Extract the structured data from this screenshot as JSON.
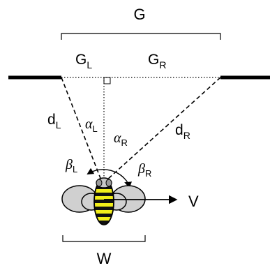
{
  "labels": {
    "gap": "G",
    "gap_left": "G",
    "gap_left_sub": "L",
    "gap_right": "G",
    "gap_right_sub": "R",
    "dist_left": "d",
    "dist_left_sub": "L",
    "dist_right": "d",
    "dist_right_sub": "R",
    "alpha_left": "α",
    "alpha_left_sub": "L",
    "alpha_right": "α",
    "alpha_right_sub": "R",
    "beta_left": "β",
    "beta_left_sub": "L",
    "beta_right": "β",
    "beta_right_sub": "R",
    "velocity": "V",
    "width": "W"
  },
  "colors": {
    "ink": "#000000",
    "wing_fill": "#d0d0d0",
    "stripe_yellow": "#f2ee1a",
    "stripe_black": "#111111",
    "head_fill": "#c8c8c8"
  }
}
